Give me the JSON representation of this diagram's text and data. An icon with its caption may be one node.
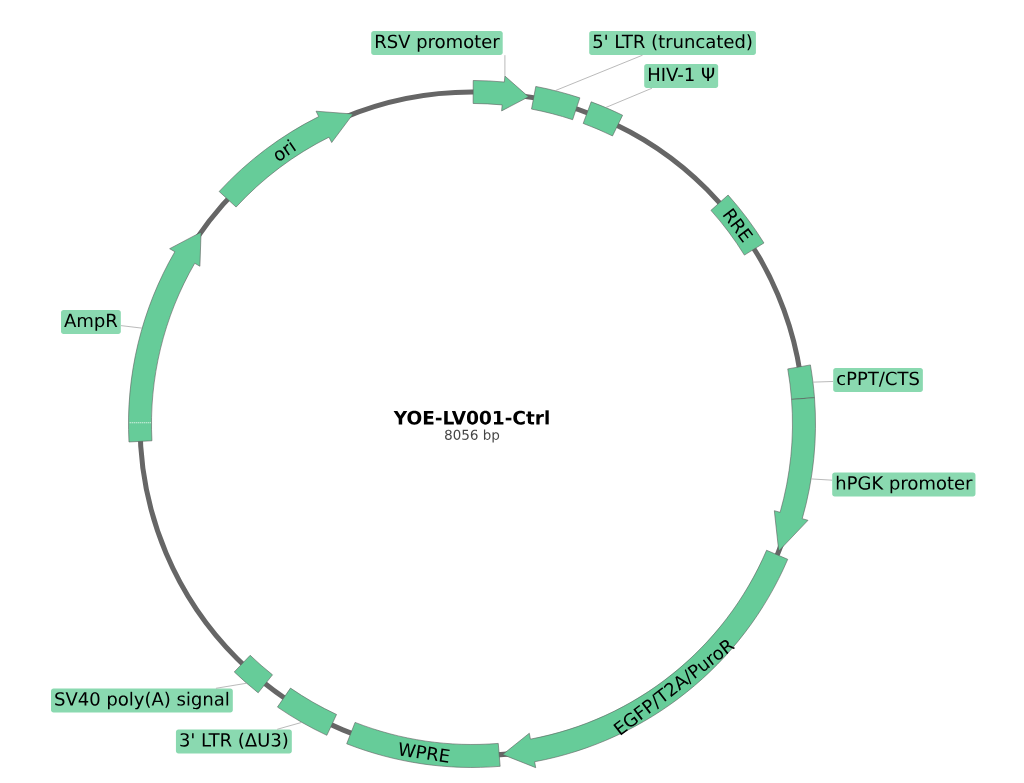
{
  "diagram": {
    "title": "YOE-LV001-Ctrl",
    "nodes": [
      {
        "text": [
          "RSV promoter"
        ]
      },
      {
        "text": [
          "5' LTR (truncated)"
        ]
      },
      {
        "text": [
          "HIV-1 Ψ"
        ]
      },
      {
        "text": [],
        "shape": "arrow"
      },
      {
        "text": [],
        "shape": "box"
      },
      {
        "text": [],
        "shape": "box"
      },
      {
        "text": [
          "ori"
        ]
      },
      {
        "text": [
          "RRE"
        ]
      },
      {
        "text": [
          "AmpR"
        ]
      },
      {
        "text": [],
        "shape": "arrow"
      },
      {
        "text": [
          "cPPT/CTS"
        ]
      },
      {
        "text": [],
        "shape": "box"
      },
      {
        "text": [
          "hPGK promoter"
        ]
      },
      {
        "text": [],
        "shape": "arrow"
      },
      {
        "text": [
          "EGFP/T2A/PuroR"
        ]
      },
      {
        "text": [
          "SV40 poly(A) signal"
        ]
      },
      {
        "text": [],
        "shape": "box"
      },
      {
        "text": [
          "3' LTR (ΔU3)"
        ]
      },
      {
        "text": [],
        "shape": "box"
      },
      {
        "text": [
          "WPRE"
        ]
      }
    ],
    "edges": [
      {
        "from": 0,
        "to": 3,
        "arrow": "none"
      },
      {
        "from": 1,
        "to": 4,
        "arrow": "none"
      },
      {
        "from": 2,
        "to": 5,
        "arrow": "none"
      },
      {
        "from": 8,
        "to": 9,
        "arrow": "none"
      },
      {
        "from": 10,
        "to": 11,
        "arrow": "none"
      },
      {
        "from": 12,
        "to": 13,
        "arrow": "none"
      },
      {
        "from": 15,
        "to": 16,
        "arrow": "none"
      },
      {
        "from": 17,
        "to": 18,
        "arrow": "none"
      }
    ],
    "labels": [
      "8056 bp"
    ]
  }
}
